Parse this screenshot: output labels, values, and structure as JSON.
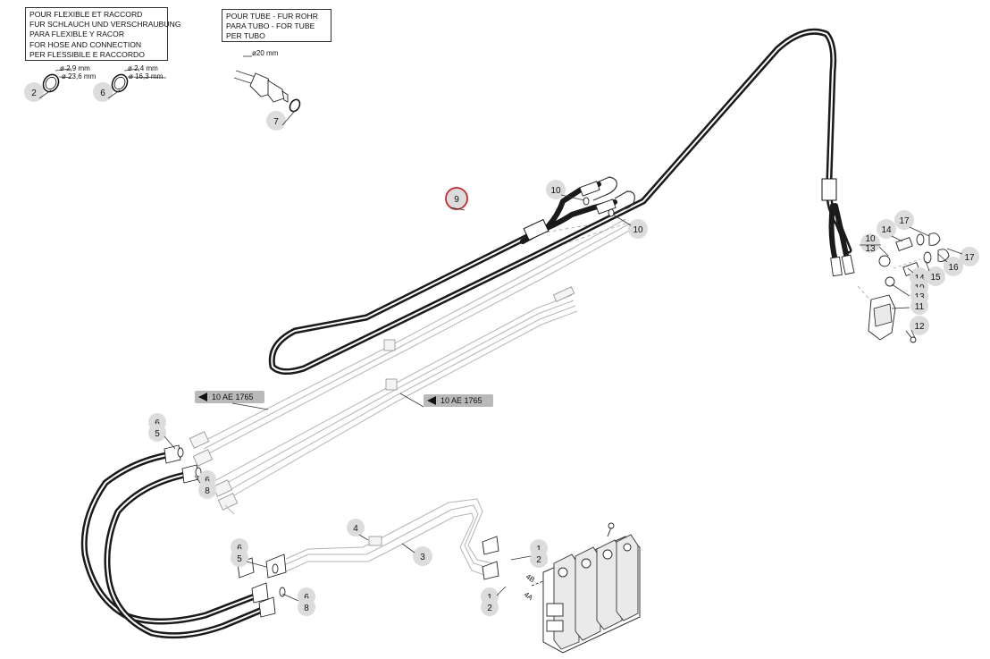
{
  "legend_hose": {
    "lines": [
      "POUR FLEXIBLE ET RACCORD",
      "FUR SCHLAUCH UND VERSCHRAUBUNG",
      "PARA FLEXIBLE Y RACOR",
      "FOR HOSE AND CONNECTION",
      "PER FLESSIBILE E RACCORDO"
    ]
  },
  "legend_tube": {
    "lines": [
      "POUR TUBE - FUR ROHR",
      "PARA TUBO - FOR TUBE",
      "PER TUBO"
    ]
  },
  "oring_specs": {
    "small_ring_1": {
      "d1": "ø 2,9 mm",
      "d2": "ø 23,6 mm"
    },
    "small_ring_2": {
      "d1": "ø 2,4 mm",
      "d2": "ø 16,3 mm"
    },
    "tube_diameter": "ø20 mm"
  },
  "references": [
    {
      "label": "10 AE 1765"
    },
    {
      "label": "10 AE 1765"
    }
  ],
  "callouts": [
    {
      "text": "2"
    },
    {
      "text": "6"
    },
    {
      "text": "7"
    },
    {
      "text": "9"
    },
    {
      "text": "10"
    },
    {
      "text": "10"
    },
    {
      "text": "10"
    },
    {
      "text": "13"
    },
    {
      "text": "14"
    },
    {
      "text": "17"
    },
    {
      "text": "16"
    },
    {
      "text": "17"
    },
    {
      "text": "15"
    },
    {
      "text": "14"
    },
    {
      "text": "10"
    },
    {
      "text": "13"
    },
    {
      "text": "11"
    },
    {
      "text": "12"
    },
    {
      "text": "6"
    },
    {
      "text": "5"
    },
    {
      "text": "6"
    },
    {
      "text": "8"
    },
    {
      "text": "4"
    },
    {
      "text": "3"
    },
    {
      "text": "6"
    },
    {
      "text": "5"
    },
    {
      "text": "6"
    },
    {
      "text": "8"
    },
    {
      "text": "1"
    },
    {
      "text": "2"
    },
    {
      "text": "1"
    },
    {
      "text": "2"
    },
    {
      "text": "4B"
    },
    {
      "text": "4A"
    }
  ],
  "highlight": {
    "color": "#c0282d",
    "callout_index": 3
  },
  "colors": {
    "hose": "#1a1a1a",
    "ghost": "#b5b5b5",
    "callout_bg": "#dcdcdc",
    "ref_tag": "#b9b9b9"
  }
}
